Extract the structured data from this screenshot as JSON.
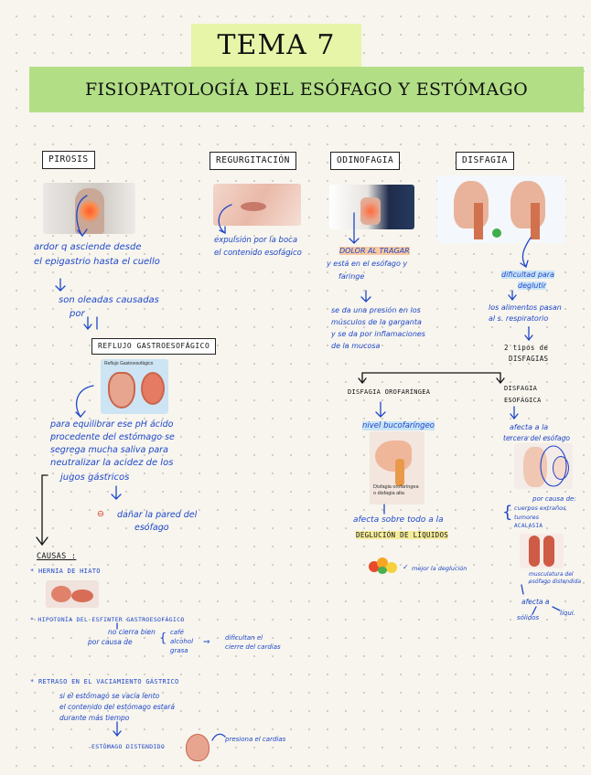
{
  "header": {
    "title": "TEMA 7",
    "subtitle": "FISIOPATOLOGÍA DEL ESÓFAGO Y ESTÓMAGO"
  },
  "pirosis": {
    "heading": "PIROSIS",
    "desc_1": "ardor q asciende desde",
    "desc_2": "el epigastrio hasta el cuello",
    "sub_1": "son oleadas causadas",
    "sub_2": "por",
    "reflux_box": "REFLUJO GASTROESOFÁGICO",
    "diagram_caption": "Reflujo Gastroesofágico",
    "expl_1": "para equilibrar ese pH ácido",
    "expl_2": "procedente del estómago se",
    "expl_3": "segrega mucha saliva para",
    "expl_4": "neutralizar la acidez de los",
    "expl_5": "jugos gástricos",
    "damage": "dañar la pared del",
    "damage_2": "esófago",
    "causes_title": "CAUSAS :",
    "cause_1": "* HERNIA DE HIATO",
    "cause_2": "* HIPOTONÍA DEL ESFINTER GASTROESOFÁGICO",
    "cause_2a": "no cierra bien",
    "cause_2b": "por causa de",
    "cause_2c": [
      "café",
      "alcohol",
      "grasa"
    ],
    "cause_2d_1": "dificultan el",
    "cause_2d_2": "cierre del cardias",
    "cause_3": "* RETRASO EN EL VACIAMIENTO GÁSTRICO",
    "cause_3a": "si el estómago se vacía lento",
    "cause_3b": "el contenido del estómago estará",
    "cause_3c": "durante más tiempo",
    "cause_3d": "ESTÓMAGO DISTENDIDO",
    "cause_3e": "presiona el cardias"
  },
  "regurgitacion": {
    "heading": "REGURGITACIÓN",
    "desc_1": "expulsión por la boca",
    "desc_2": "el contenido esofágico"
  },
  "odinofagia": {
    "heading": "ODINOFAGIA",
    "hl_1": "DOLOR AL TRAGAR",
    "desc_1": "y está en el esófago y",
    "desc_2": "faringe",
    "desc_3": "se da una presión en los",
    "desc_4": "músculos de la garganta",
    "desc_5": "y se da por inflamaciones",
    "desc_6": "de la mucosa"
  },
  "disfagia": {
    "heading": "DISFAGIA",
    "hl_1": "dificultad para",
    "hl_2": "deglutir",
    "desc_1": "los alimentos pasan",
    "desc_2": "al s. respiratorio",
    "types_1": "2 tipos de",
    "types_2": "DISFAGIAS",
    "oro_heading": "DISFAGIA OROFARÍNGEA",
    "oro_level": "nivel bucofaríngeo",
    "oro_caption_1": "Disfagia orofaríngea",
    "oro_caption_2": "o disfagia alta",
    "oro_affects": "afecta sobre todo a la",
    "oro_hl": "DEGLUCIÓN DE LÍQUIDOS",
    "oro_better": "mejor la deglución",
    "eso_heading_1": "DISFAGIA",
    "eso_heading_2": "ESOFÁGICA",
    "eso_affects_1": "afecta a la",
    "eso_affects_2": "tercera del esófago",
    "eso_cause": "por causa de:",
    "eso_causes": [
      "cuerpos extraños",
      "tumores",
      "ACALASIA"
    ],
    "eso_note_1": "musculatura del",
    "eso_note_2": "esófago distendida",
    "eso_food_1": "afecta a",
    "eso_food_2": "sólidos",
    "eso_food_3": "líqui."
  },
  "colors": {
    "ink_blue": "#1f47c9",
    "title_bg": "#e6f5a8",
    "subtitle_bg": "#b2df86",
    "highlight_yellow": "#f4ec9b",
    "highlight_orange": "#f8c9a2",
    "accent_red": "#d23b2a"
  }
}
